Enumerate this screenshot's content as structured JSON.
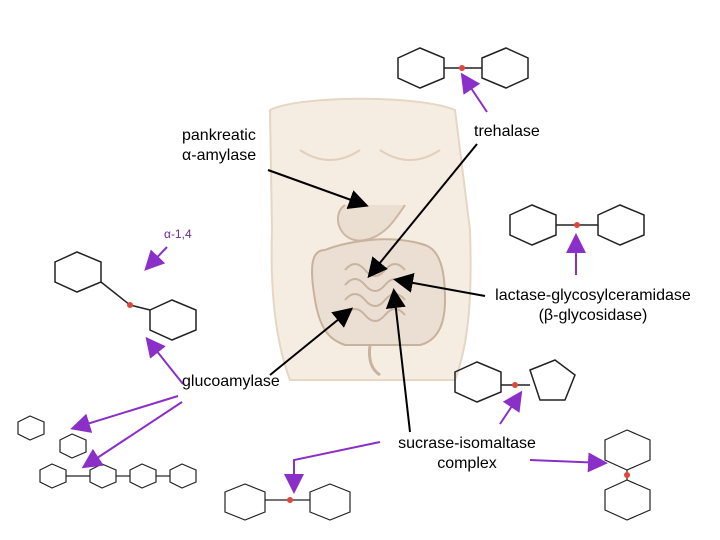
{
  "labels": {
    "pankreatic_line1": "pankreatic",
    "pankreatic_line2": "α-amylase",
    "trehalase": "trehalase",
    "alpha14": "α-1,4",
    "lactase_line1": "lactase-glycosylceramidase",
    "lactase_line2": "(β-glycosidase)",
    "glucoamylase": "glucoamylase",
    "sucrase_line1": "sucrase-isomaltase",
    "sucrase_line2": "complex"
  },
  "colors": {
    "arrow_violet": "#8b2fc9",
    "arrow_black": "#000000",
    "skin": "#f2e6d9",
    "organ": "#e9dccd",
    "oxygen_red": "#e0463c"
  },
  "icons": {
    "torso": "human-torso-with-intestines",
    "molecules": "sugar-ring-structures"
  }
}
